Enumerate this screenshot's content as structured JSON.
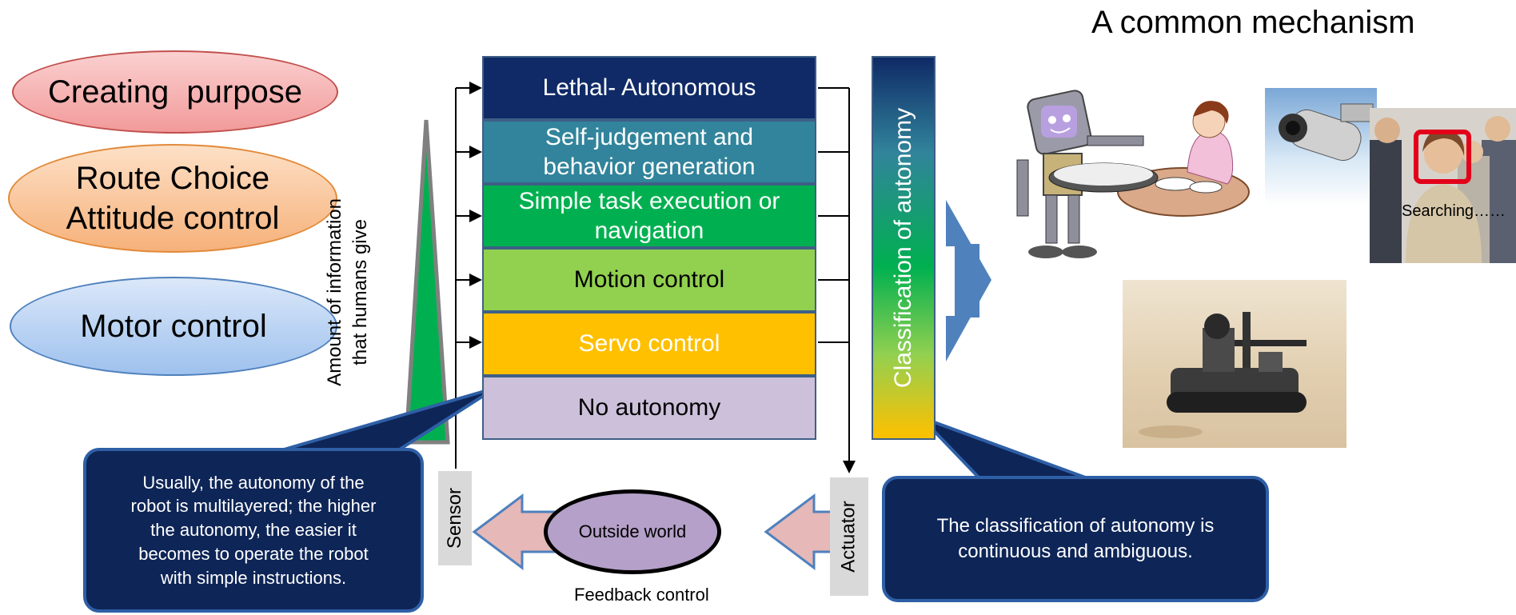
{
  "title": "A common mechanism",
  "levels": [
    {
      "label": "Creating  purpose",
      "fill": "#f4a6a6"
    },
    {
      "label": "Route Choice\nAttitude control",
      "fill": "#f8c9a0"
    },
    {
      "label": "Motor control",
      "fill": "#b9d3f2"
    }
  ],
  "info_axis_label": "Amount of information\nthat humans give",
  "layers": [
    {
      "label": "Lethal- Autonomous",
      "fill": "#0f2a66",
      "text_color": "#ffffff"
    },
    {
      "label": "Self-judgement and\nbehavior generation",
      "fill": "#31849b",
      "text_color": "#ffffff"
    },
    {
      "label": "Simple task execution or\nnavigation",
      "fill": "#00b050",
      "text_color": "#ffffff"
    },
    {
      "label": "Motion control",
      "fill": "#92d050",
      "text_color": "#000000"
    },
    {
      "label": "Servo control",
      "fill": "#ffc000",
      "text_color": "#ffffff"
    },
    {
      "label": "No autonomy",
      "fill": "#ccc0da",
      "text_color": "#000000"
    }
  ],
  "classification_label": "Classification of autonomy",
  "sensor_label": "Sensor",
  "actuator_label": "Actuator",
  "outside_world_label": "Outside world",
  "feedback_label": "Feedback control",
  "callout_left": "Usually, the autonomy of the\nrobot is multilayered; the higher\nthe autonomy, the easier it\nbecomes to operate the robot\nwith simple instructions.",
  "callout_right": "The classification of autonomy is\ncontinuous and ambiguous.",
  "searching_label": "Searching……"
}
